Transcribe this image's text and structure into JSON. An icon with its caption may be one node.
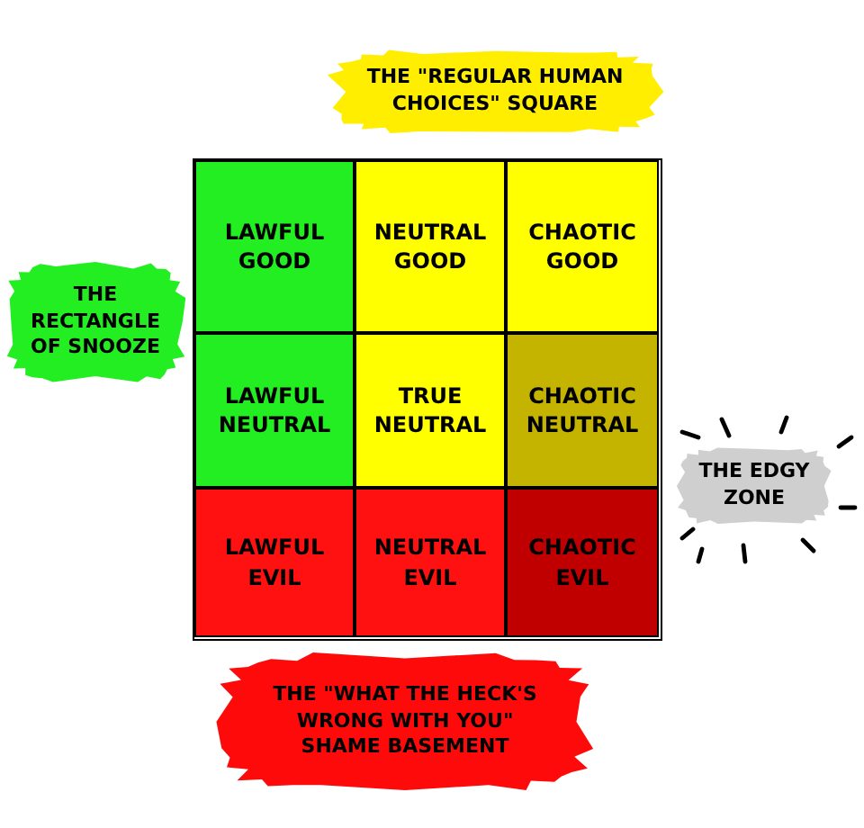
{
  "diagram": {
    "nodes": [
      {
        "text": [
          "THE \"REGULAR HUMAN CHOICES\" SQUARE"
        ]
      },
      {
        "text": [
          "THE RECTANGLE OF SNOOZE"
        ]
      },
      {
        "text": [
          "LAWFUL GOOD"
        ]
      },
      {
        "text": [
          "NEUTRAL GOOD"
        ]
      },
      {
        "text": [
          "CHAOTIC GOOD"
        ]
      },
      {
        "text": [
          "LAWFUL NEUTRAL"
        ]
      },
      {
        "text": [
          "TRUE NEUTRAL"
        ]
      },
      {
        "text": [
          "CHAOTIC NEUTRAL"
        ]
      },
      {
        "text": [
          "LAWFUL EVIL"
        ]
      },
      {
        "text": [
          "NEUTRAL EVIL"
        ]
      },
      {
        "text": [
          "CHAOTIC EVIL"
        ]
      },
      {
        "text": [
          "THE EDGY ZONE"
        ]
      },
      {
        "text": [
          "THE \"WHAT THE HECK'S WRONG WITH YOU\" SHAME BASEMENT"
        ]
      }
    ]
  }
}
